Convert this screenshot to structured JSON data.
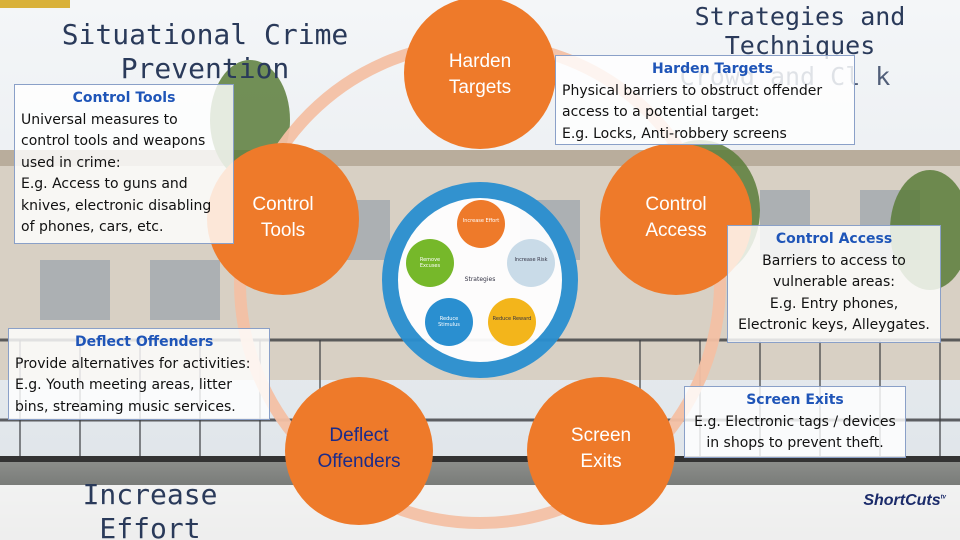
{
  "slide": {
    "title": "Situational Crime\nPrevention",
    "subtitle_partial": "Increase\nEffort",
    "heading_right": "Strategies and\nTechniques",
    "heading_right_overlap": "Crowd and Cl k"
  },
  "ring": {
    "nodes": [
      {
        "id": "harden-targets",
        "label": "Harden\nTargets"
      },
      {
        "id": "control-access",
        "label": "Control\nAccess"
      },
      {
        "id": "screen-exits",
        "label": "Screen\nExits"
      },
      {
        "id": "deflect-offenders",
        "label": "Deflect\nOffenders"
      },
      {
        "id": "control-tools",
        "label": "Control\nTools"
      }
    ]
  },
  "mini_diagram": {
    "center": "Strategies",
    "items": [
      "Increase Effort",
      "Increase Risk",
      "Reduce Reward",
      "Reduce Stimulus",
      "Remove Excuses"
    ]
  },
  "callouts": {
    "harden_targets": {
      "title": "Harden Targets",
      "body": "Physical barriers to obstruct offender\naccess to a potential target:\nE.g. Locks, Anti-robbery screens"
    },
    "control_tools": {
      "title": "Control Tools",
      "body": "Universal measures to\ncontrol tools and weapons\nused in crime:\nE.g. Access to guns and\nknives, electronic disabling\nof phones, cars, etc."
    },
    "control_access": {
      "title": "Control Access",
      "body": "Barriers to access to\nvulnerable areas:\nE.g. Entry phones,\nElectronic keys, Alleygates."
    },
    "deflect_offenders": {
      "title": "Deflect Offenders",
      "body": "Provide alternatives for activities:\nE.g.  Youth meeting areas, litter\nbins, streaming music services."
    },
    "screen_exits": {
      "title": "Screen Exits",
      "body": "E.g. Electronic tags / devices\nin shops to prevent theft."
    }
  },
  "logo": {
    "text": "ShortCuts",
    "mark": "tv"
  },
  "colors": {
    "orange": "#ee7a2a",
    "ring": "#f3c0a4",
    "blue": "#1f55b8",
    "teal": "#2a8fd0",
    "green": "#76b82a"
  }
}
